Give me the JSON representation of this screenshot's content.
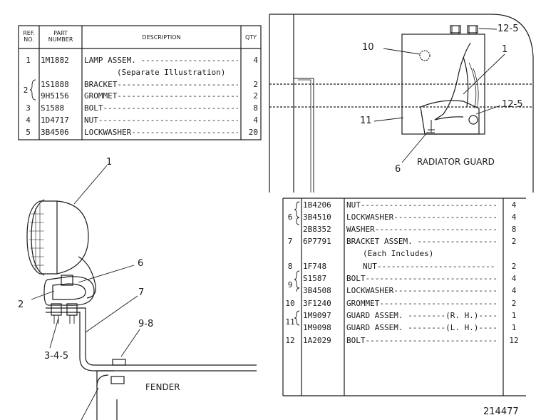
{
  "parts_table_left": {
    "headers": {
      "ref": "REF. NO.",
      "part": "PART NUMBER",
      "description": "DESCRIPTION",
      "qty": "QTY"
    },
    "rows": [
      {
        "ref": "1",
        "part": "1M1882",
        "description": "LAMP ASSEM. -----------------------",
        "qty": "4"
      },
      {
        "ref": "",
        "part": "",
        "description": "(Separate Illustration)",
        "qty": ""
      },
      {
        "ref": "",
        "part": "1S1888",
        "description": "BRACKET-----------------------------",
        "qty": "2"
      },
      {
        "ref": "2",
        "part": "9H5156",
        "description": "GROMMET-----------------------------",
        "qty": "2"
      },
      {
        "ref": "3",
        "part": "S1588",
        "description": "BOLT--------------------------------",
        "qty": "8"
      },
      {
        "ref": "4",
        "part": "1D4717",
        "description": "NUT---------------------------------",
        "qty": "4"
      },
      {
        "ref": "5",
        "part": "3B4506",
        "description": "LOCKWASHER--------------------------",
        "qty": "20"
      }
    ]
  },
  "parts_table_right": {
    "rows": [
      {
        "ref": "",
        "part": "1B4206",
        "description": "NUT------------------------------",
        "qty": "4"
      },
      {
        "ref": "6",
        "part": "3B4510",
        "description": "LOCKWASHER-----------------------",
        "qty": "4"
      },
      {
        "ref": "",
        "part": "2B8352",
        "description": "WASHER---------------------------",
        "qty": "8"
      },
      {
        "ref": "7",
        "part": "6P7791",
        "description": "BRACKET ASSEM. -------------------",
        "qty": "2"
      },
      {
        "ref": "",
        "part": "",
        "description": "(Each Includes)",
        "qty": ""
      },
      {
        "ref": "8",
        "part": "1F748",
        "description": "NUT-------------------------",
        "qty": "2"
      },
      {
        "ref": "",
        "part": "S1587",
        "description": "BOLT----------------------------",
        "qty": "4"
      },
      {
        "ref": "9",
        "part": "3B4508",
        "description": "LOCKWASHER-----------------------",
        "qty": "4"
      },
      {
        "ref": "10",
        "part": "3F1240",
        "description": "GROMMET--------------------------",
        "qty": "2"
      },
      {
        "ref": "",
        "part": "1M9097",
        "description": "GUARD ASSEM. --------(R. H.)-----",
        "qty": "1"
      },
      {
        "ref": "11",
        "part": "1M9098",
        "description": "GUARD ASSEM. --------(L. H.)-----",
        "qty": "1"
      },
      {
        "ref": "12",
        "part": "1A2029",
        "description": "BOLT-----------------------------",
        "qty": "12"
      }
    ]
  },
  "callouts": {
    "lamp_1": "1",
    "bracket_2": "2",
    "bolt_6": "6",
    "bracket_7": "7",
    "nut_9_8": "9-8",
    "bolt_3_4_5": "3-4-5",
    "guard_10": "10",
    "guard_1": "1",
    "guard_12_5_top": "12-5",
    "guard_12_5_right": "12-5",
    "guard_11": "11",
    "guard_6": "6"
  },
  "captions": {
    "fender": "FENDER",
    "radiator_guard": "RADIATOR GUARD",
    "figure_number": "214477"
  }
}
